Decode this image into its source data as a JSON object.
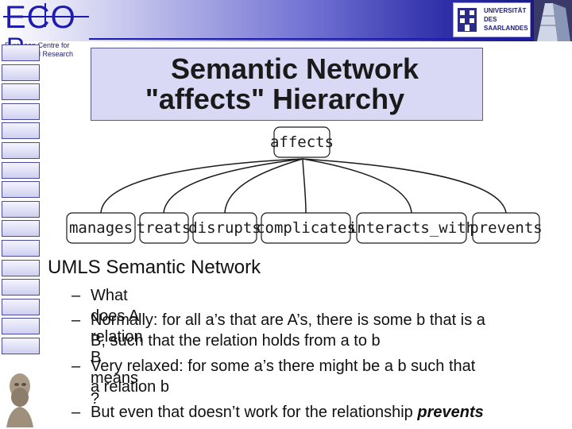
{
  "brand": {
    "logo_text": "ECO",
    "logo_r": "R",
    "org_line1": "European Centre for",
    "org_line2": "Ontological Research",
    "university_line1": "UNIVERSITÄT",
    "university_line2": "DES",
    "university_line3": "SAARLANDES"
  },
  "title": {
    "line1": "Semantic Network",
    "line2": "\"affects\" Hierarchy"
  },
  "diagram": {
    "root": "affects",
    "children": [
      "manages",
      "treats",
      "disrupts",
      "complicates",
      "interacts_with",
      "prevents"
    ]
  },
  "content": {
    "heading": "UMLS Semantic Network",
    "bullets": [
      {
        "dash": "–",
        "line1": "What does A relation B means ?"
      },
      {
        "dash": "–",
        "line1": "Normally: for all a’s that are A’s, there is some b that is a",
        "line2": "B, such that the relation holds from a to b"
      },
      {
        "dash": "–",
        "line1": "Very relaxed: for some a’s there might be a b such that",
        "line2": "a relation b"
      },
      {
        "dash": "–",
        "line1_prefix": "But even that doesn’t work for the relationship ",
        "line1_emphasis": "prevents"
      }
    ]
  },
  "colors": {
    "accent_blue": "#1c1cb0",
    "title_box_bg": "#d9d9f5",
    "header_dark": "#101070"
  }
}
